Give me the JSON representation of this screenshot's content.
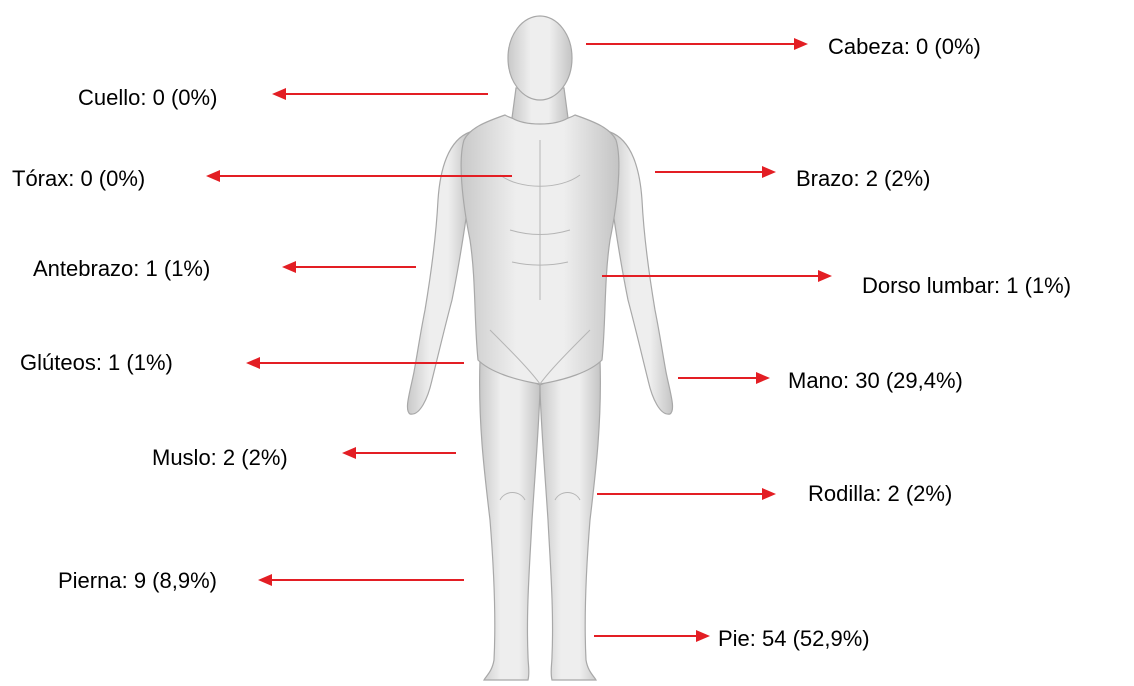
{
  "arrow_color": "#e31e24",
  "labels": {
    "cabeza": "Cabeza: 0 (0%)",
    "cuello": "Cuello: 0 (0%)",
    "torax": "Tórax: 0 (0%)",
    "brazo": "Brazo: 2 (2%)",
    "antebrazo": "Antebrazo: 1 (1%)",
    "dorso_lumbar": "Dorso lumbar: 1 (1%)",
    "gluteos": "Glúteos: 1 (1%)",
    "mano": "Mano: 30 (29,4%)",
    "muslo": "Muslo: 2 (2%)",
    "rodilla": "Rodilla: 2 (2%)",
    "pierna": "Pierna: 9 (8,9%)",
    "pie": "Pie: 54 (52,9%)"
  }
}
